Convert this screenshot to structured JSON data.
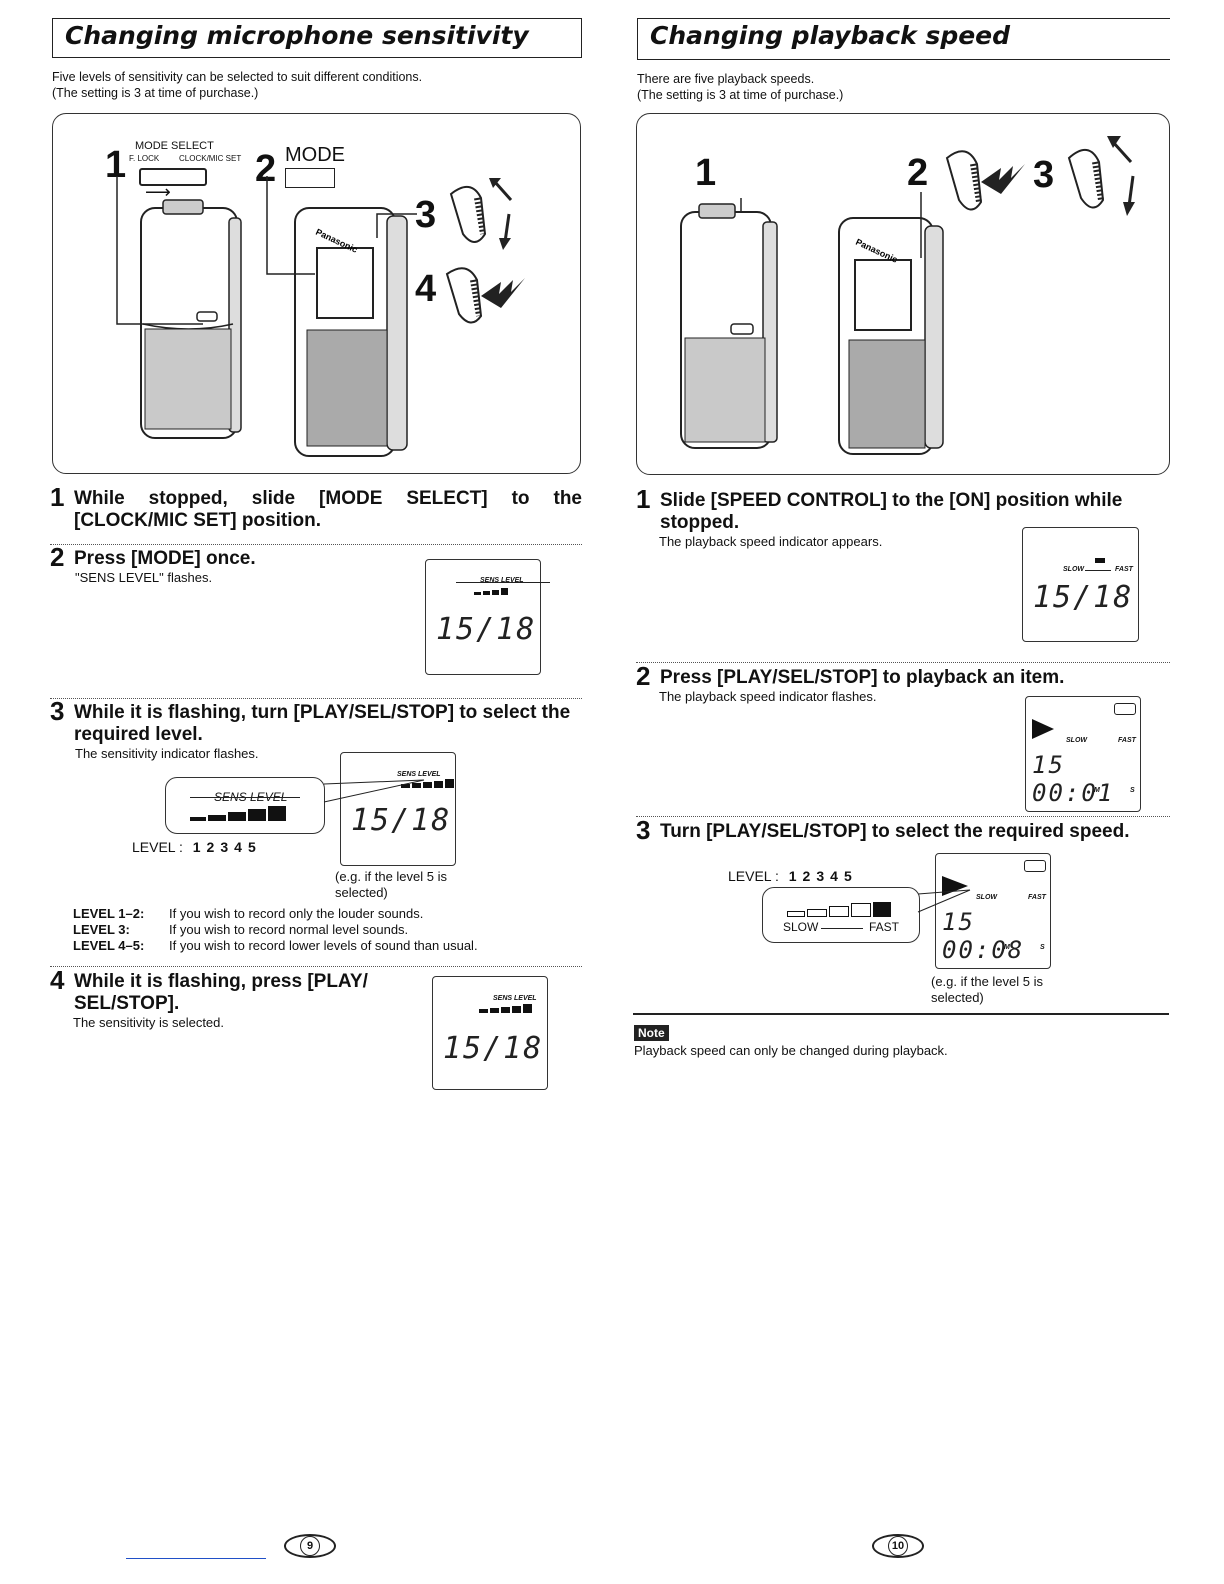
{
  "left": {
    "title": "Changing microphone sensitivity",
    "intro1": "Five levels of sensitivity can be selected to suit different conditions.",
    "intro2": "(The setting is 3 at time of purchase.)",
    "illus": {
      "mode_select": "MODE SELECT",
      "f_lock": "F. LOCK",
      "clock_mic_set": "CLOCK/MIC SET",
      "mode": "MODE",
      "n1": "1",
      "n2": "2",
      "n3": "3",
      "n4": "4",
      "brand": "Panasonic"
    },
    "steps": [
      {
        "num": "1",
        "text": "While stopped, slide [MODE SELECT] to the [CLOCK/MIC SET] position."
      },
      {
        "num": "2",
        "text": "Press [MODE] once.",
        "sub": "\"SENS LEVEL\" flashes."
      },
      {
        "num": "3",
        "text": "While it is flashing, turn [PLAY/SEL/STOP] to select the required level.",
        "sub": "The sensitivity indicator flashes."
      },
      {
        "num": "4",
        "text": "While it is flashing, press [PLAY/ SEL/STOP].",
        "sub": "The sensitivity is selected."
      }
    ],
    "lcd_label": "SENS LEVEL",
    "lcd_digits": "15/18",
    "level_label": "LEVEL :",
    "levels": [
      "1",
      "2",
      "3",
      "4",
      "5"
    ],
    "eg": "(e.g. if the level 5 is selected)",
    "level_desc": [
      {
        "k": "LEVEL 1–2:",
        "v": "If you wish to record only the louder sounds."
      },
      {
        "k": "LEVEL 3:",
        "v": "If you wish to record normal level sounds."
      },
      {
        "k": "LEVEL 4–5:",
        "v": "If you wish to record lower levels of sound than usual."
      }
    ],
    "page": "9"
  },
  "right": {
    "title": "Changing playback speed",
    "intro1": "There are five playback speeds.",
    "intro2": "(The setting is 3 at time of purchase.)",
    "illus": {
      "n1": "1",
      "n2": "2",
      "n3": "3",
      "brand": "Panasonic"
    },
    "steps": [
      {
        "num": "1",
        "text": "Slide [SPEED CONTROL] to the [ON] position while stopped.",
        "sub": "The playback speed indicator appears."
      },
      {
        "num": "2",
        "text": "Press [PLAY/SEL/STOP] to playback an item.",
        "sub": "The playback speed indicator flashes."
      },
      {
        "num": "3",
        "text": "Turn [PLAY/SEL/STOP] to select the required speed."
      }
    ],
    "slow": "SLOW",
    "fast": "FAST",
    "lcd_digits": "15/18",
    "lcd_digits2": "15 00:01",
    "lcd_digits3": "15 00:08",
    "m": "M",
    "s": "S",
    "level_label": "LEVEL :",
    "levels": [
      "1",
      "2",
      "3",
      "4",
      "5"
    ],
    "eg": "(e.g. if the level 5 is selected)",
    "note_badge": "Note",
    "note": "Playback speed can only be changed during playback.",
    "page": "10"
  }
}
